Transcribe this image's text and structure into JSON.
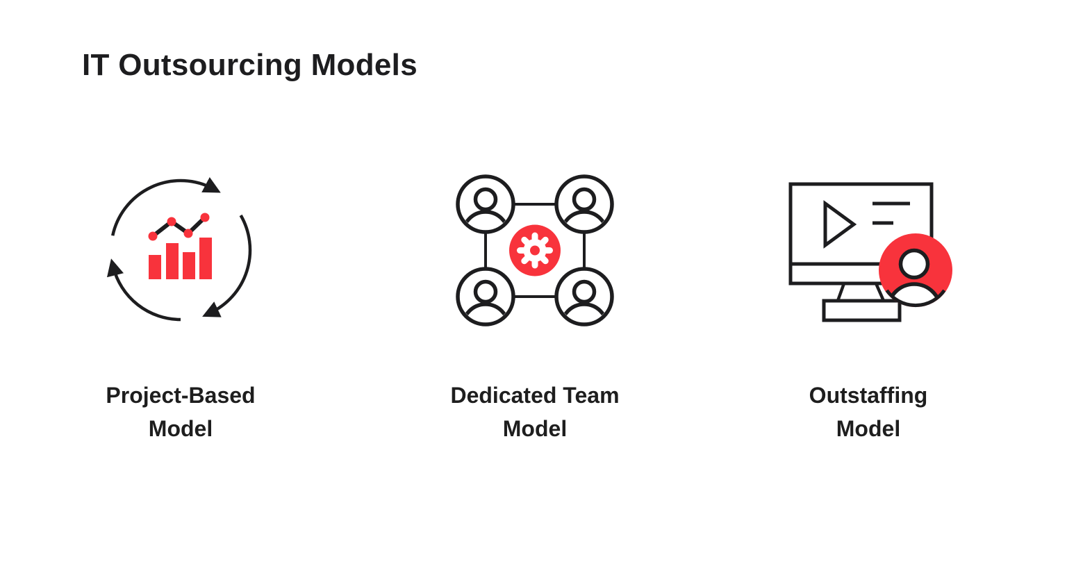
{
  "colors": {
    "accent_red": "#F8333C",
    "ink": "#1D1D1F"
  },
  "header": {
    "title": "IT Outsourcing Models"
  },
  "models": [
    {
      "label": "Project-Based Model",
      "label_line1": "Project-Based",
      "label_line2": "Model",
      "icon": "cycle-arrows-bar-chart-icon"
    },
    {
      "label": "Dedicated Team Model",
      "label_line1": "Dedicated Team",
      "label_line2": "Model",
      "icon": "team-network-gear-icon"
    },
    {
      "label": "Outstaffing Model",
      "label_line1": "Outstaffing",
      "label_line2": "Model",
      "icon": "monitor-user-icon"
    }
  ]
}
